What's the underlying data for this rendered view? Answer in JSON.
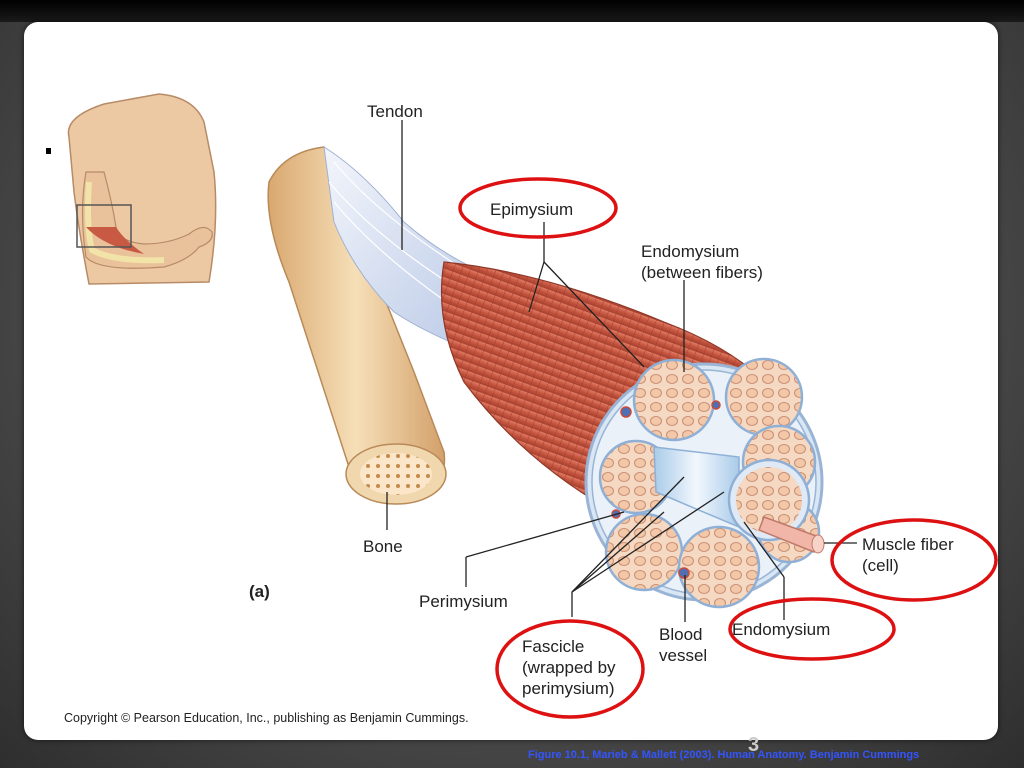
{
  "slide": {
    "bullet": "▪",
    "copyright": "Copyright © Pearson Education, Inc., publishing as Benjamin Cummings.",
    "citation": "Figure 10.1, Marieb & Mallett (2003). Human Anatomy.  Benjamin Cummings",
    "slide_number": "3"
  },
  "diagram": {
    "panel_label": "(a)",
    "labels": {
      "tendon": "Tendon",
      "epimysium": "Epimysium",
      "endomysium_top_1": "Endomysium",
      "endomysium_top_2": "(between fibers)",
      "bone": "Bone",
      "perimysium": "Perimysium",
      "fascicle_1": "Fascicle",
      "fascicle_2": "(wrapped by",
      "fascicle_3": "perimysium)",
      "blood_1": "Blood",
      "blood_2": "vessel",
      "endomysium_bottom": "Endomysium",
      "muscle_fiber_1": "Muscle fiber",
      "muscle_fiber_2": "(cell)"
    },
    "colors": {
      "highlight_circle": "#dd1111",
      "muscle": "#c4553f",
      "skin": "#ecc9a3",
      "bone": "#e8c99a"
    }
  }
}
